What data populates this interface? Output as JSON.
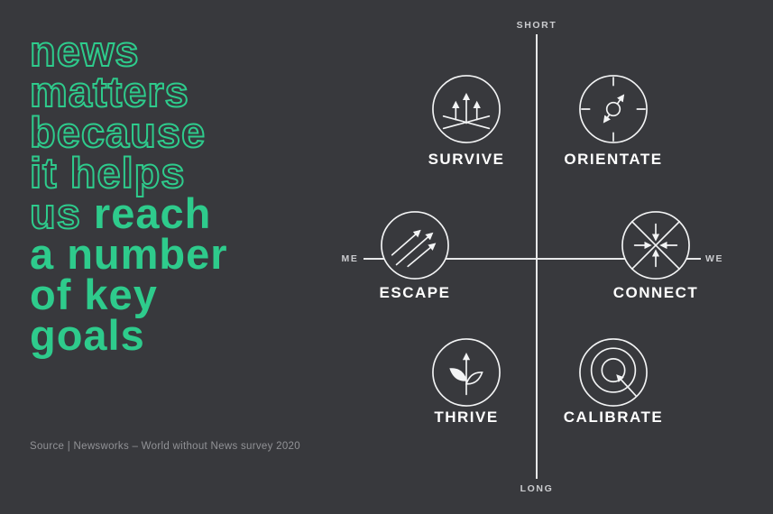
{
  "colors": {
    "background": "#38393d",
    "green": "#2ecb8c",
    "white": "#ffffff",
    "axis_text": "#cbcccf",
    "line": "#e7e8e9",
    "icon_stroke": "#f3f4f5",
    "source_text": "#919296"
  },
  "headline": {
    "line1": "news",
    "line2": "matters",
    "line3": "because",
    "line4": "it helps",
    "line5_outline": "us ",
    "line5_solid": "reach",
    "line6": "a number",
    "line7": "of key",
    "line8": "goals"
  },
  "source": "Source | Newsworks – World without News survey 2020",
  "diagram": {
    "axis": {
      "top": "SHORT",
      "bottom": "LONG",
      "left": "ME",
      "right": "WE"
    },
    "quadrant_items": [
      {
        "label": "SURVIVE",
        "icon": "survive-growth-arrows-icon"
      },
      {
        "label": "ORIENTATE",
        "icon": "compass-icon"
      },
      {
        "label": "ESCAPE",
        "icon": "escape-diagonal-arrows-icon"
      },
      {
        "label": "CONNECT",
        "icon": "converging-arrows-icon"
      },
      {
        "label": "THRIVE",
        "icon": "sprout-arrow-icon"
      },
      {
        "label": "CALIBRATE",
        "icon": "target-arrow-icon"
      }
    ]
  }
}
